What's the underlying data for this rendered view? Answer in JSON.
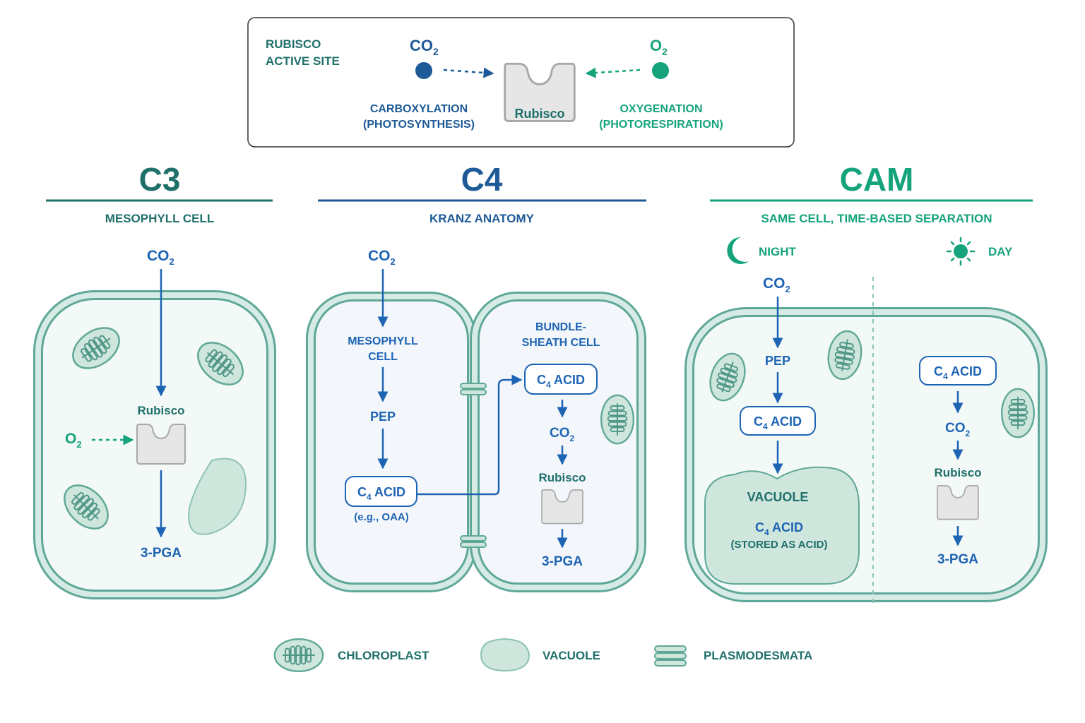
{
  "legend_box": {
    "title_line1": "RUBISCO",
    "title_line2": "ACTIVE SITE",
    "co2_label": "CO",
    "co2_sub": "2",
    "o2_label": "O",
    "o2_sub": "2",
    "enzyme_label": "Rubisco",
    "carbox_line1": "CARBOXYLATION",
    "carbox_line2": "(PHOTOSYNTHESIS)",
    "oxy_line1": "OXYGENATION",
    "oxy_line2": "(PHOTORESPIRATION)"
  },
  "c3": {
    "title": "C3",
    "subtitle": "MESOPHYLL CELL",
    "co2": "CO",
    "co2_sub": "2",
    "rubisco": "Rubisco",
    "o2": "O",
    "o2_sub": "2",
    "product": "3-PGA"
  },
  "c4": {
    "title": "C4",
    "subtitle": "KRANZ ANATOMY",
    "co2": "CO",
    "co2_sub": "2",
    "mesophyll_line1": "MESOPHYLL",
    "mesophyll_line2": "CELL",
    "pep": "PEP",
    "acid_c": "C",
    "acid_sub": "4",
    "acid_rest": " ACID",
    "example": "(e.g., OAA)",
    "bundle_line1": "BUNDLE-",
    "bundle_line2": "SHEATH CELL",
    "co2_b": "CO",
    "co2_b_sub": "2",
    "rubisco": "Rubisco",
    "product": "3-PGA"
  },
  "cam": {
    "title": "CAM",
    "subtitle": "SAME CELL, TIME-BASED SEPARATION",
    "night": "NIGHT",
    "day": "DAY",
    "co2": "CO",
    "co2_sub": "2",
    "pep": "PEP",
    "acid_c": "C",
    "acid_sub": "4",
    "acid_rest": " ACID",
    "vacuole": "VACUOLE",
    "stored": "(STORED AS ACID)",
    "co2_day": "CO",
    "co2_day_sub": "2",
    "rubisco": "Rubisco",
    "product": "3-PGA"
  },
  "legend": {
    "chloroplast": "CHLOROPLAST",
    "vacuole": "VACUOLE",
    "plasmodesmata": "PLASMODESMATA"
  },
  "colors": {
    "blue": "#1e64b4",
    "green": "#15a37c",
    "teal": "#1f6f6b",
    "membrane": "#5fa898",
    "cell_fill": "#f3f9f7",
    "enzyme": "#e6e6e6"
  },
  "icons": [
    "rubisco-enzyme-icon",
    "chloroplast-icon",
    "vacuole-icon",
    "plasmodesmata-icon",
    "moon-icon",
    "sun-icon"
  ]
}
